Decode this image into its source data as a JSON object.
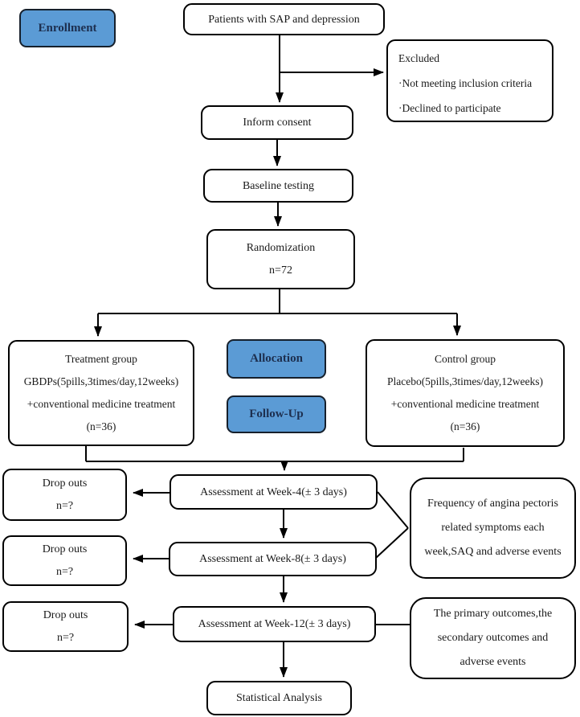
{
  "diagram_type": "clinical-trial-flowchart",
  "colors": {
    "badge_fill": "#5b9bd5",
    "badge_border": "#16202c",
    "badge_text": "#1d2f4f",
    "box_fill": "#ffffff",
    "box_border": "#000000",
    "line": "#000000",
    "text": "#1a1a1a"
  },
  "badges": {
    "enrollment": "Enrollment",
    "allocation": "Allocation",
    "follow_up": "Follow-Up"
  },
  "nodes": {
    "patients": {
      "lines": [
        "Patients with SAP and depression"
      ]
    },
    "excluded": {
      "lines": [
        "Excluded",
        "·Not meeting inclusion criteria",
        "·Declined to participate"
      ]
    },
    "inform_consent": {
      "lines": [
        "Inform consent"
      ]
    },
    "baseline": {
      "lines": [
        "Baseline testing"
      ]
    },
    "randomization": {
      "lines": [
        "Randomization",
        "n=72"
      ]
    },
    "treatment": {
      "lines": [
        "Treatment group",
        "GBDPs(5pills,3times/day,12weeks)",
        "+conventional medicine treatment",
        "(n=36)"
      ]
    },
    "control": {
      "lines": [
        "Control group",
        "Placebo(5pills,3times/day,12weeks)",
        "+conventional medicine treatment",
        "(n=36)"
      ]
    },
    "dropouts_week4": {
      "lines": [
        "Drop outs",
        "n=?"
      ]
    },
    "dropouts_week8": {
      "lines": [
        "Drop outs",
        "n=?"
      ]
    },
    "dropouts_week12": {
      "lines": [
        "Drop outs",
        "n=?"
      ]
    },
    "assessment_week4": {
      "lines": [
        "Assessment at Week-4(± 3 days)"
      ]
    },
    "assessment_week8": {
      "lines": [
        "Assessment at Week-8(± 3 days)"
      ]
    },
    "assessment_week12": {
      "lines": [
        "Assessment at Week-12(± 3 days)"
      ]
    },
    "frequency_outcomes": {
      "lines": [
        "Frequency of angina pectoris",
        "related symptoms each",
        "week,SAQ and adverse events"
      ]
    },
    "primary_outcomes": {
      "lines": [
        "The primary outcomes,the",
        "secondary outcomes and",
        "adverse events"
      ]
    },
    "statistical_analysis": {
      "lines": [
        "Statistical Analysis"
      ]
    }
  }
}
